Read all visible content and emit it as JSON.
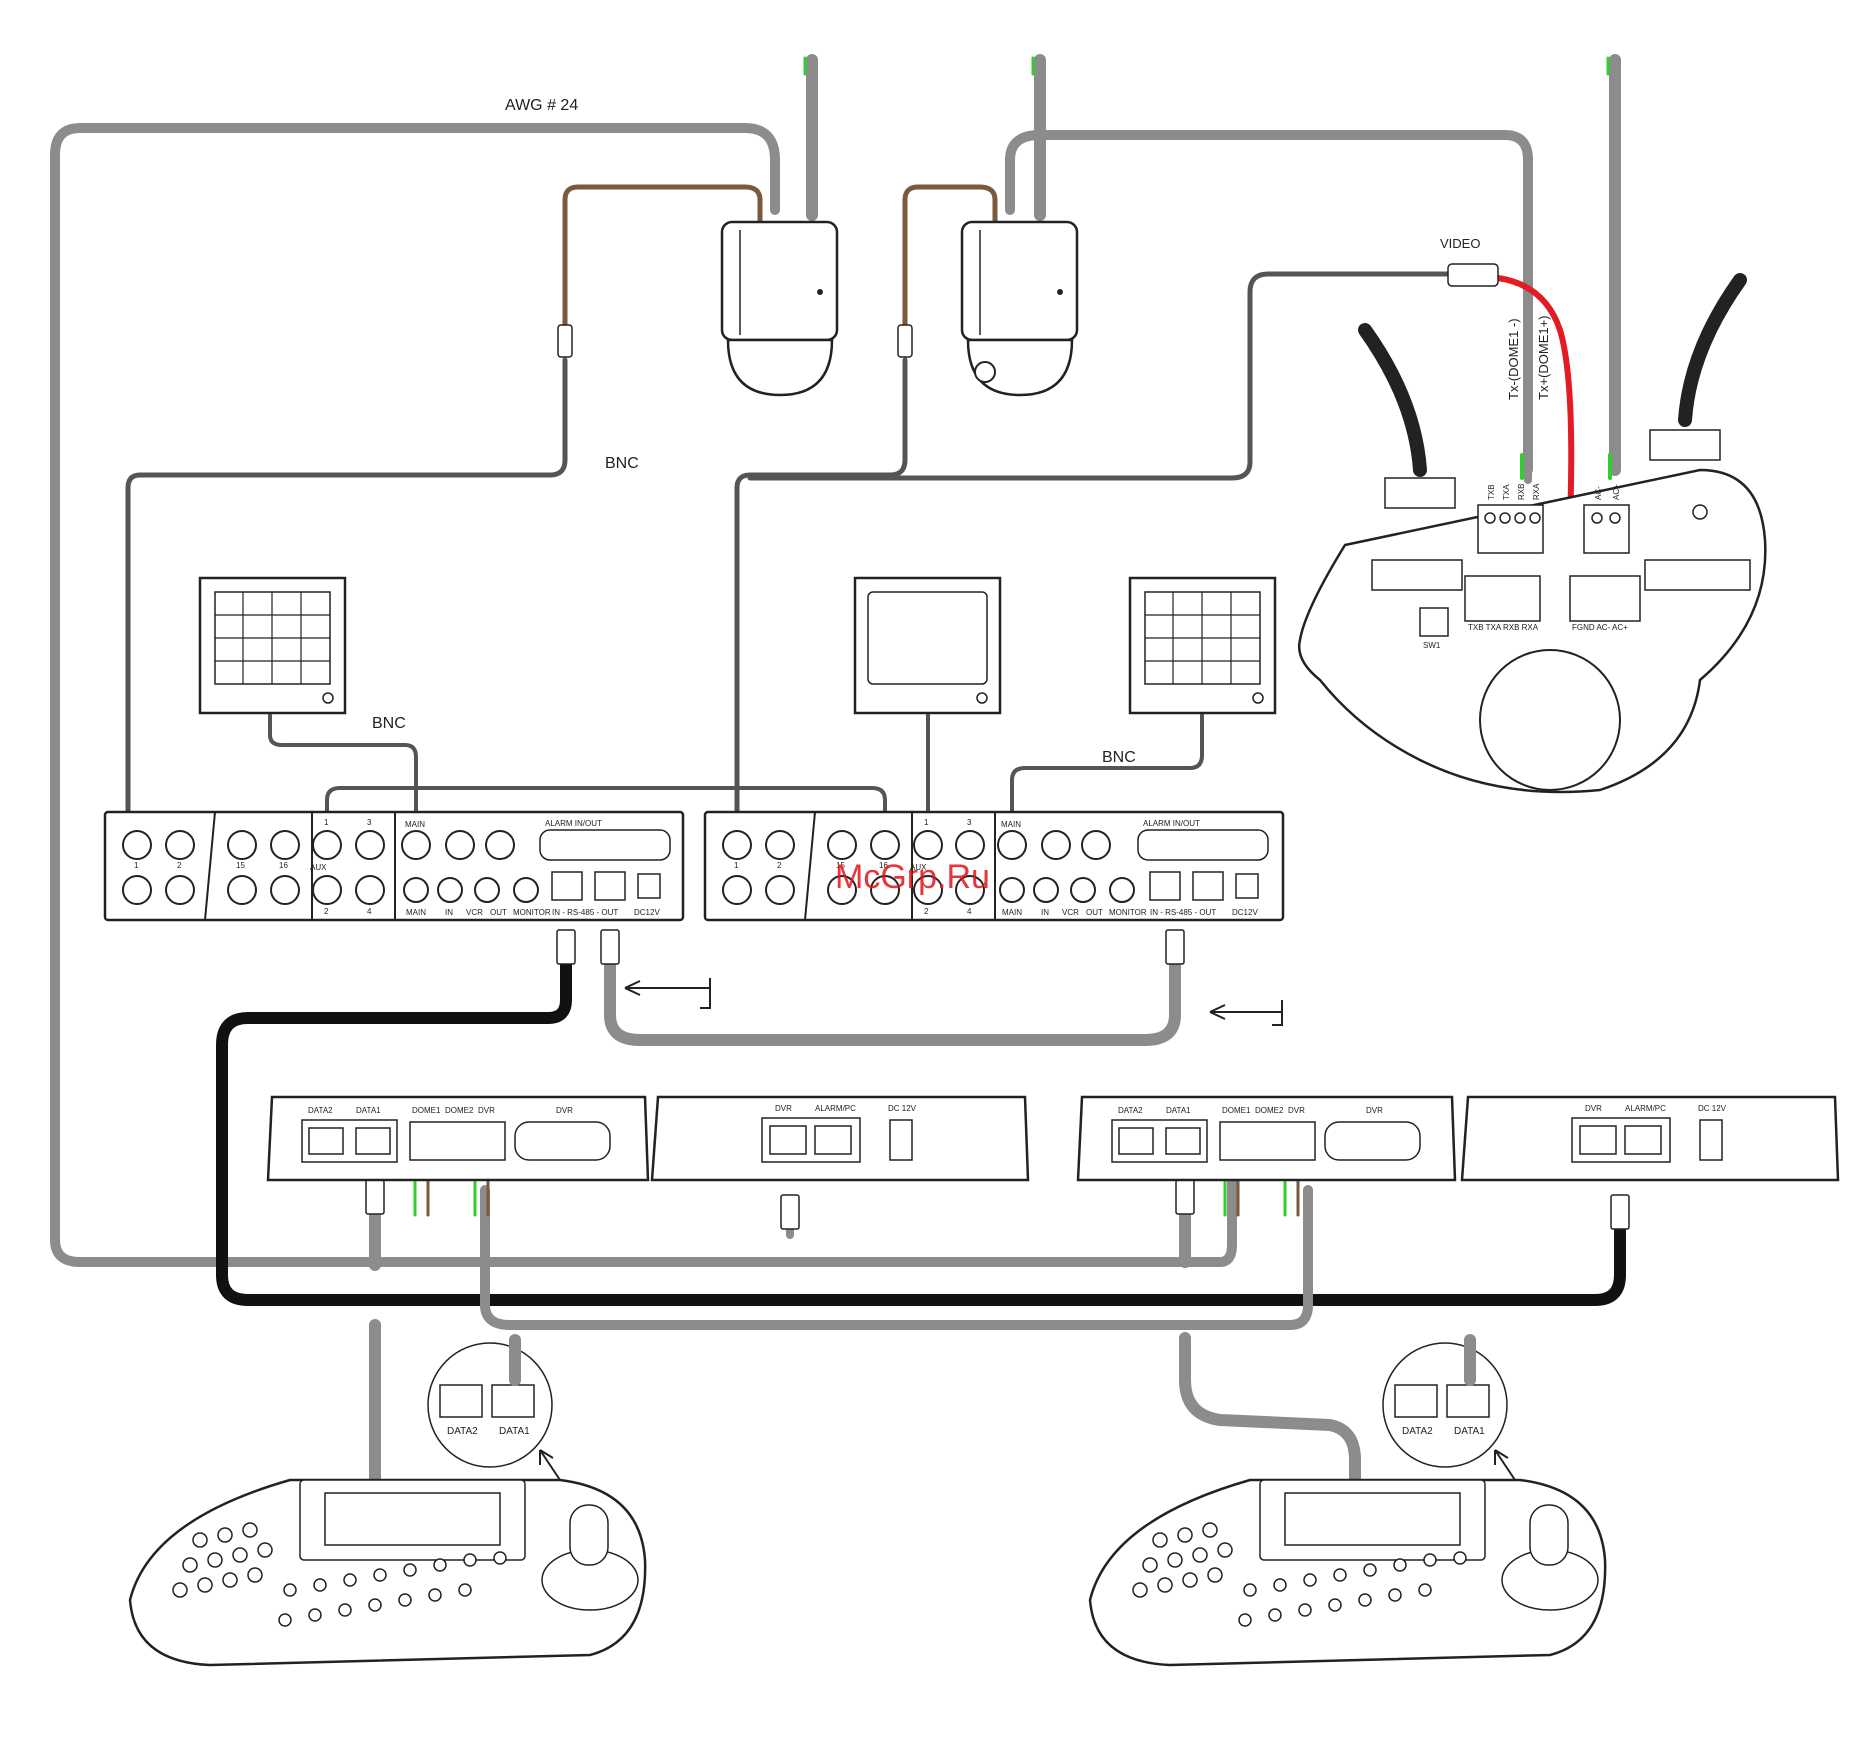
{
  "labels": {
    "awg": "AWG # 24",
    "bnc_top": "BNC",
    "bnc_left": "BNC",
    "bnc_right": "BNC",
    "video": "VIDEO",
    "tx_minus": "Tx-(DOME1 -)",
    "tx_plus": "Tx+(DOME1+)",
    "watermark": "McGrp.Ru"
  },
  "dome_board": {
    "term1": [
      "TXB",
      "TXA",
      "RXB",
      "RXA"
    ],
    "term2": [
      "AC-",
      "AC+"
    ],
    "bottom_row1": "TXB TXA RXB RXA",
    "bottom_row2": "FGND AC- AC+",
    "switch": "SW1"
  },
  "dvr": {
    "alarm": "ALARM IN/OUT",
    "main": "MAIN",
    "aux": "AUX",
    "in": "IN",
    "vcr": "VCR",
    "out": "OUT",
    "monitor": "MONITOR",
    "rs485": "IN - RS-485 - OUT",
    "dc": "DC12V",
    "ch": [
      "1",
      "2",
      "15",
      "16",
      "1",
      "2",
      "3",
      "4"
    ]
  },
  "junction_box": {
    "data2": "DATA2",
    "data1": "DATA1",
    "dome1": "DOME1",
    "dome2": "DOME2",
    "dvr_term": "DVR",
    "dvr_port": "DVR"
  },
  "power_box": {
    "dvr": "DVR",
    "alarm_pc": "ALARM/PC",
    "dc": "DC 12V"
  },
  "keyboard_callout": {
    "data2": "DATA2",
    "data1": "DATA1"
  },
  "colors": {
    "cable_gray": "#8c8c8c",
    "cable_black": "#111111",
    "cable_brown": "#7a5a3a",
    "cable_red": "#e31b23",
    "wire_green": "#33cc33"
  }
}
